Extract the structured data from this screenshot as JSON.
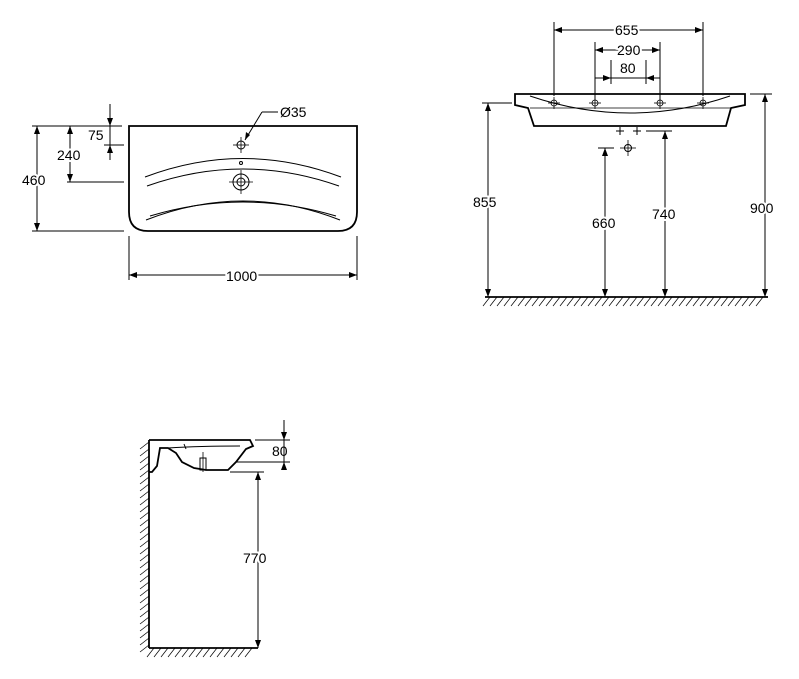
{
  "top_view": {
    "dim_width": "1000",
    "dim_depth": "460",
    "dim_tap_to_drain": "240",
    "dim_tap_offset": "75",
    "dim_tap_hole": "Ø35"
  },
  "front_view": {
    "dim_outer_holes": "655",
    "dim_middle_holes": "290",
    "dim_inner_holes": "80",
    "dim_height_rim": "855",
    "dim_height_drain": "660",
    "dim_height_outlet": "740",
    "dim_height_top": "900"
  },
  "side_view": {
    "dim_basin_depth": "80",
    "dim_height_floor": "770"
  }
}
